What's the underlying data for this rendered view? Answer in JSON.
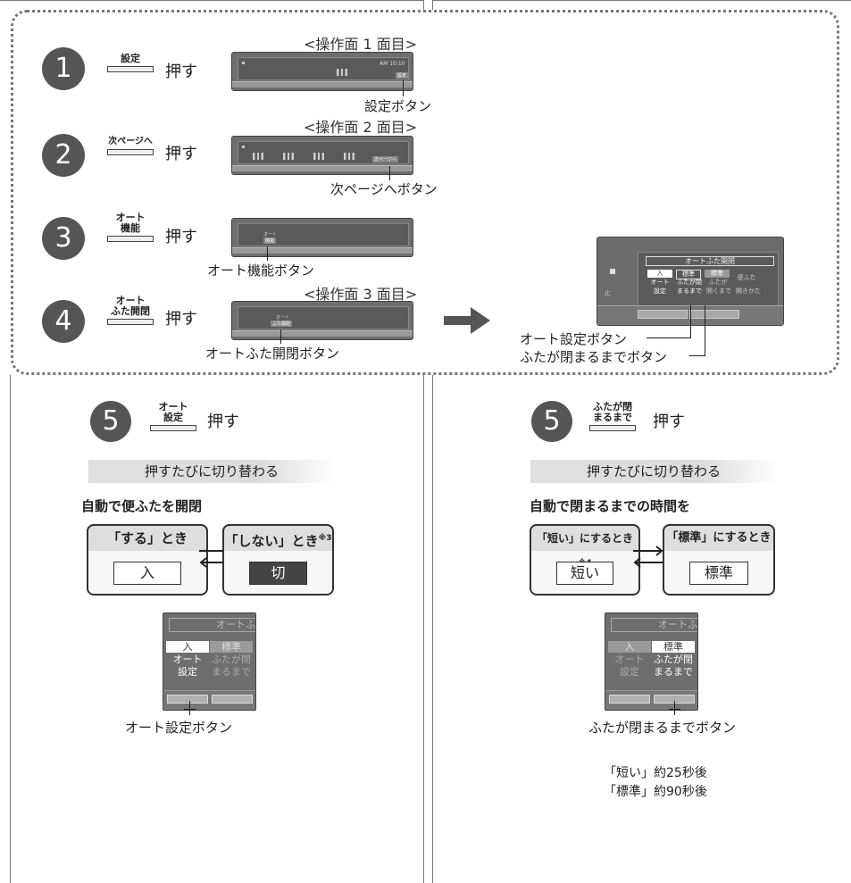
{
  "steps": [
    {
      "num": "1",
      "key": "設定",
      "key_top": "",
      "press": "押す",
      "screen_title": "<操作面 1 面目>",
      "callout": "設定ボタン"
    },
    {
      "num": "2",
      "key": "次ページへ",
      "key_top": "",
      "press": "押す",
      "screen_title": "<操作面 2 面目>",
      "callout": "次ページへボタン"
    },
    {
      "num": "3",
      "key": "機能",
      "key_top": "オート",
      "press": "押す",
      "screen_title": "",
      "callout": "オート機能ボタン"
    },
    {
      "num": "4",
      "key": "ふた開閉",
      "key_top": "オート",
      "press": "押す",
      "screen_title": "<操作面 3 面目>",
      "callout": "オートふた開閉ボタン"
    }
  ],
  "panels": {
    "p1": {
      "clock": "AM 10:10",
      "setting": "設定"
    },
    "p2": {
      "next": "次ページへ"
    },
    "p3": {
      "auto": "オート",
      "func": "機能"
    },
    "p4": {
      "auto": "オート",
      "lid": "ふた開閉"
    }
  },
  "big_panel": {
    "header": "オートふた開閉",
    "stop": "止",
    "cells": [
      "入",
      "標準",
      "標準",
      "便ふた",
      "オート",
      "ふたが閉",
      "ふたが",
      "設定",
      "まるまで",
      "開くまで",
      "開きかた"
    ]
  },
  "big_callouts": {
    "auto_setting": "オート設定ボタン",
    "close_until": "ふたが閉まるまでボタン"
  },
  "left": {
    "num": "5",
    "key_top": "オート",
    "key": "設定",
    "press": "押す",
    "band": "押すたびに切り替わる",
    "desc": "自動で便ふたを開閉",
    "box1": {
      "label": "「する」とき",
      "value": "入"
    },
    "box2": {
      "label": "「しない」とき",
      "sup": "※3",
      "value": "切"
    },
    "thumb": {
      "top": "オートふ",
      "c1": "入",
      "c2": "標準",
      "c3": "オート",
      "c4": "ふたが閉",
      "c5": "設定",
      "c6": "まるまで"
    },
    "callout": "オート設定ボタン"
  },
  "right": {
    "num": "5",
    "key_top": "ふたが閉",
    "key": "まるまで",
    "press": "押す",
    "band": "押すたびに切り替わる",
    "desc": "自動で閉まるまでの時間を",
    "box1": {
      "label": "「短い」にするとき",
      "sup": "※4",
      "value": "短い"
    },
    "box2": {
      "label": "「標準」にするとき",
      "value": "標準"
    },
    "thumb": {
      "top": "オートふ",
      "c1": "入",
      "c2": "標準",
      "c3": "オート",
      "c4": "ふたが閉",
      "c5": "設定",
      "c6": "まるまで"
    },
    "callout": "ふたが閉まるまでボタン",
    "note1": "「短い」約25秒後",
    "note2": "「標準」約90秒後"
  }
}
